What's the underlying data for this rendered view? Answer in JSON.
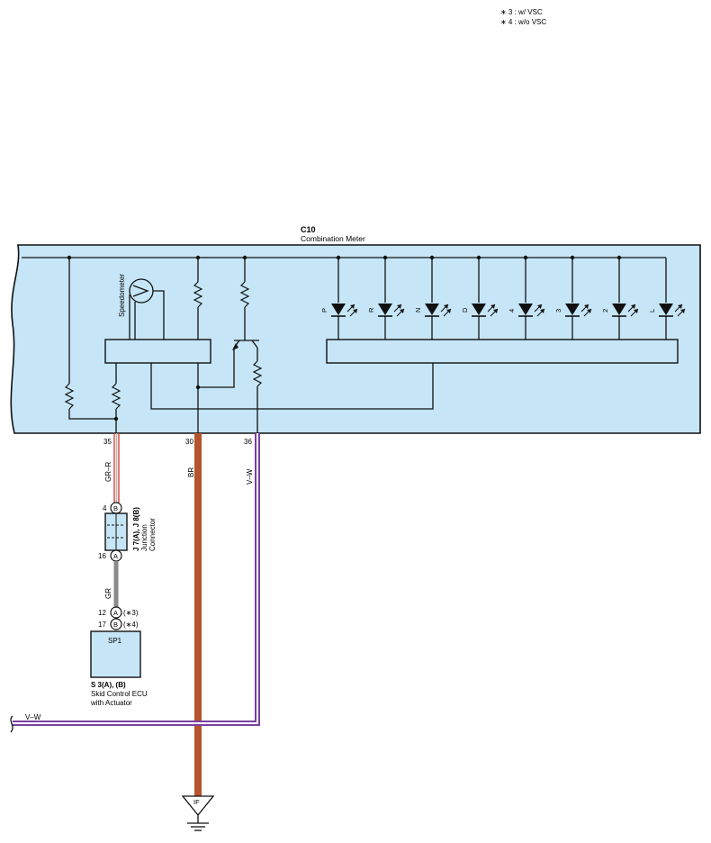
{
  "notes": [
    "∗ 3 : w/ VSC",
    "∗ 4 : w/o VSC"
  ],
  "combination_meter": {
    "code": "C10",
    "name": "Combination Meter",
    "speedometer_label": "Speedometer",
    "indicators": [
      "P",
      "R",
      "N",
      "D",
      "4",
      "3",
      "2",
      "L"
    ]
  },
  "meter_pins": [
    "35",
    "30",
    "36"
  ],
  "wires": {
    "gr_r": "GR–R",
    "br": "BR",
    "v_w": "V–W",
    "gr": "GR",
    "v_w_branch": "V–W"
  },
  "junction": {
    "code": "J 7(A), J 8(B)",
    "line1": "Junction",
    "line2": "Connector",
    "pin_top": "4",
    "pin_top_conn": "B",
    "pin_bottom": "16",
    "pin_bottom_conn": "A"
  },
  "ecu": {
    "pin1": "12",
    "pin1_conn": "A",
    "pin1_note": "(∗3)",
    "pin2": "17",
    "pin2_conn": "B",
    "pin2_note": "(∗4)",
    "terminal": "SP1",
    "code": "S 3(A), (B)",
    "name1": "Skid Control ECU",
    "name2": "with Actuator"
  },
  "ground": {
    "label": "IF"
  },
  "colors": {
    "panel_fill": "#c6e6f7",
    "wire_brown": "#b5552e",
    "wire_purple": "#7a3fa0",
    "wire_gray": "#8a8a8a",
    "wire_red": "#d4413a"
  }
}
